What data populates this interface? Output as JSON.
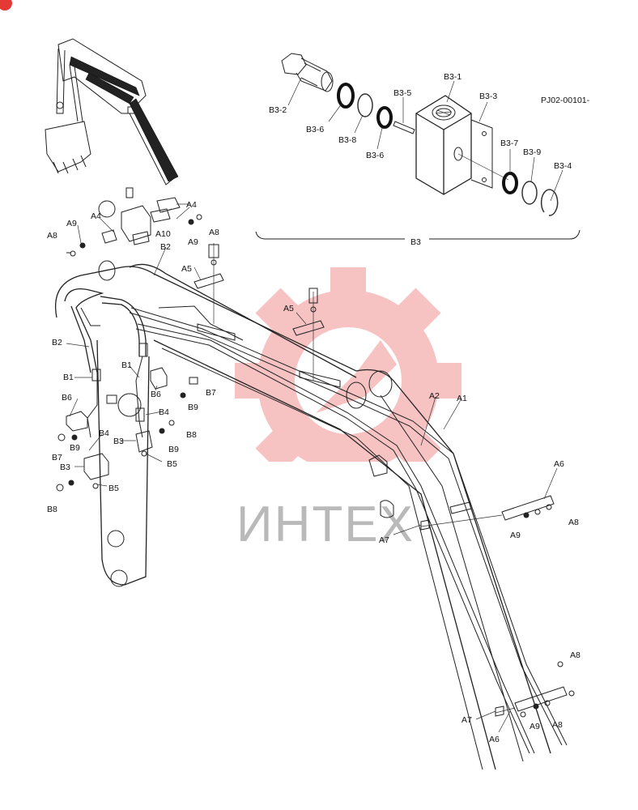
{
  "drawing_code": "PJ02-00101-",
  "watermark": {
    "text": "ИНТЕХ",
    "gear_color": "#f4b4b4"
  },
  "group_label": "B3",
  "labels": {
    "b3_1": "B3-1",
    "b3_2": "B3-2",
    "b3_3": "B3-3",
    "b3_4": "B3-4",
    "b3_5": "B3-5",
    "b3_6a": "B3-6",
    "b3_6b": "B3-6",
    "b3_7": "B3-7",
    "b3_8": "B3-8",
    "b3_9": "B3-9",
    "a1": "A1",
    "a2": "A2",
    "a4a": "A4",
    "a4b": "A4",
    "a5a": "A5",
    "a5b": "A5",
    "a6a": "A6",
    "a6b": "A6",
    "a7a": "A7",
    "a7b": "A7",
    "a8a": "A8",
    "a8b": "A8",
    "a8c": "A8",
    "a8d": "A8",
    "a8e": "A8",
    "a9a": "A9",
    "a9b": "A9",
    "a9c": "A9",
    "a9d": "A9",
    "a10": "A10",
    "b1a": "B1",
    "b1b": "B1",
    "b2a": "B2",
    "b2b": "B2",
    "b3a": "B3",
    "b3b": "B3",
    "b4a": "B4",
    "b4b": "B4",
    "b5a": "B5",
    "b5b": "B5",
    "b6a": "B6",
    "b6b": "B6",
    "b7a": "B7",
    "b7b": "B7",
    "b8a": "B8",
    "b8b": "B8",
    "b9a": "B9",
    "b9b": "B9",
    "b9c": "B9"
  }
}
